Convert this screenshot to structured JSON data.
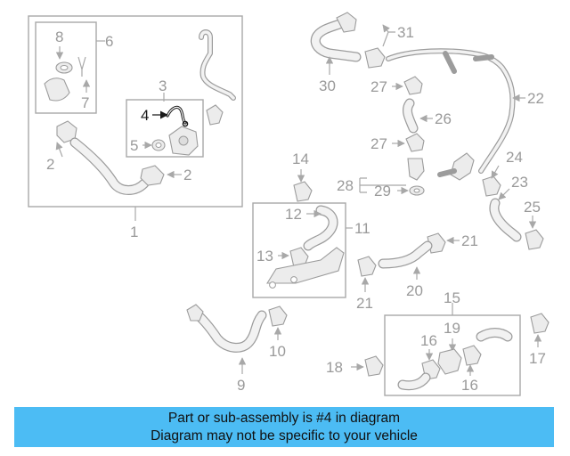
{
  "diagram": {
    "callouts": [
      "1",
      "2",
      "2",
      "3",
      "4",
      "5",
      "6",
      "7",
      "8",
      "9",
      "10",
      "11",
      "12",
      "13",
      "14",
      "15",
      "16",
      "16",
      "17",
      "18",
      "19",
      "20",
      "21",
      "21",
      "22",
      "23",
      "24",
      "25",
      "26",
      "27",
      "27",
      "28",
      "29",
      "30",
      "31"
    ],
    "highlighted_callout": "4"
  },
  "footer": {
    "line1": "Part or sub-assembly is #4 in diagram",
    "line2": "Diagram may not be specific to your vehicle"
  },
  "colors": {
    "banner": "#4cbcf4",
    "highlight_part": "#1a1a1a",
    "diagram_gray": "#9a9a9a"
  }
}
